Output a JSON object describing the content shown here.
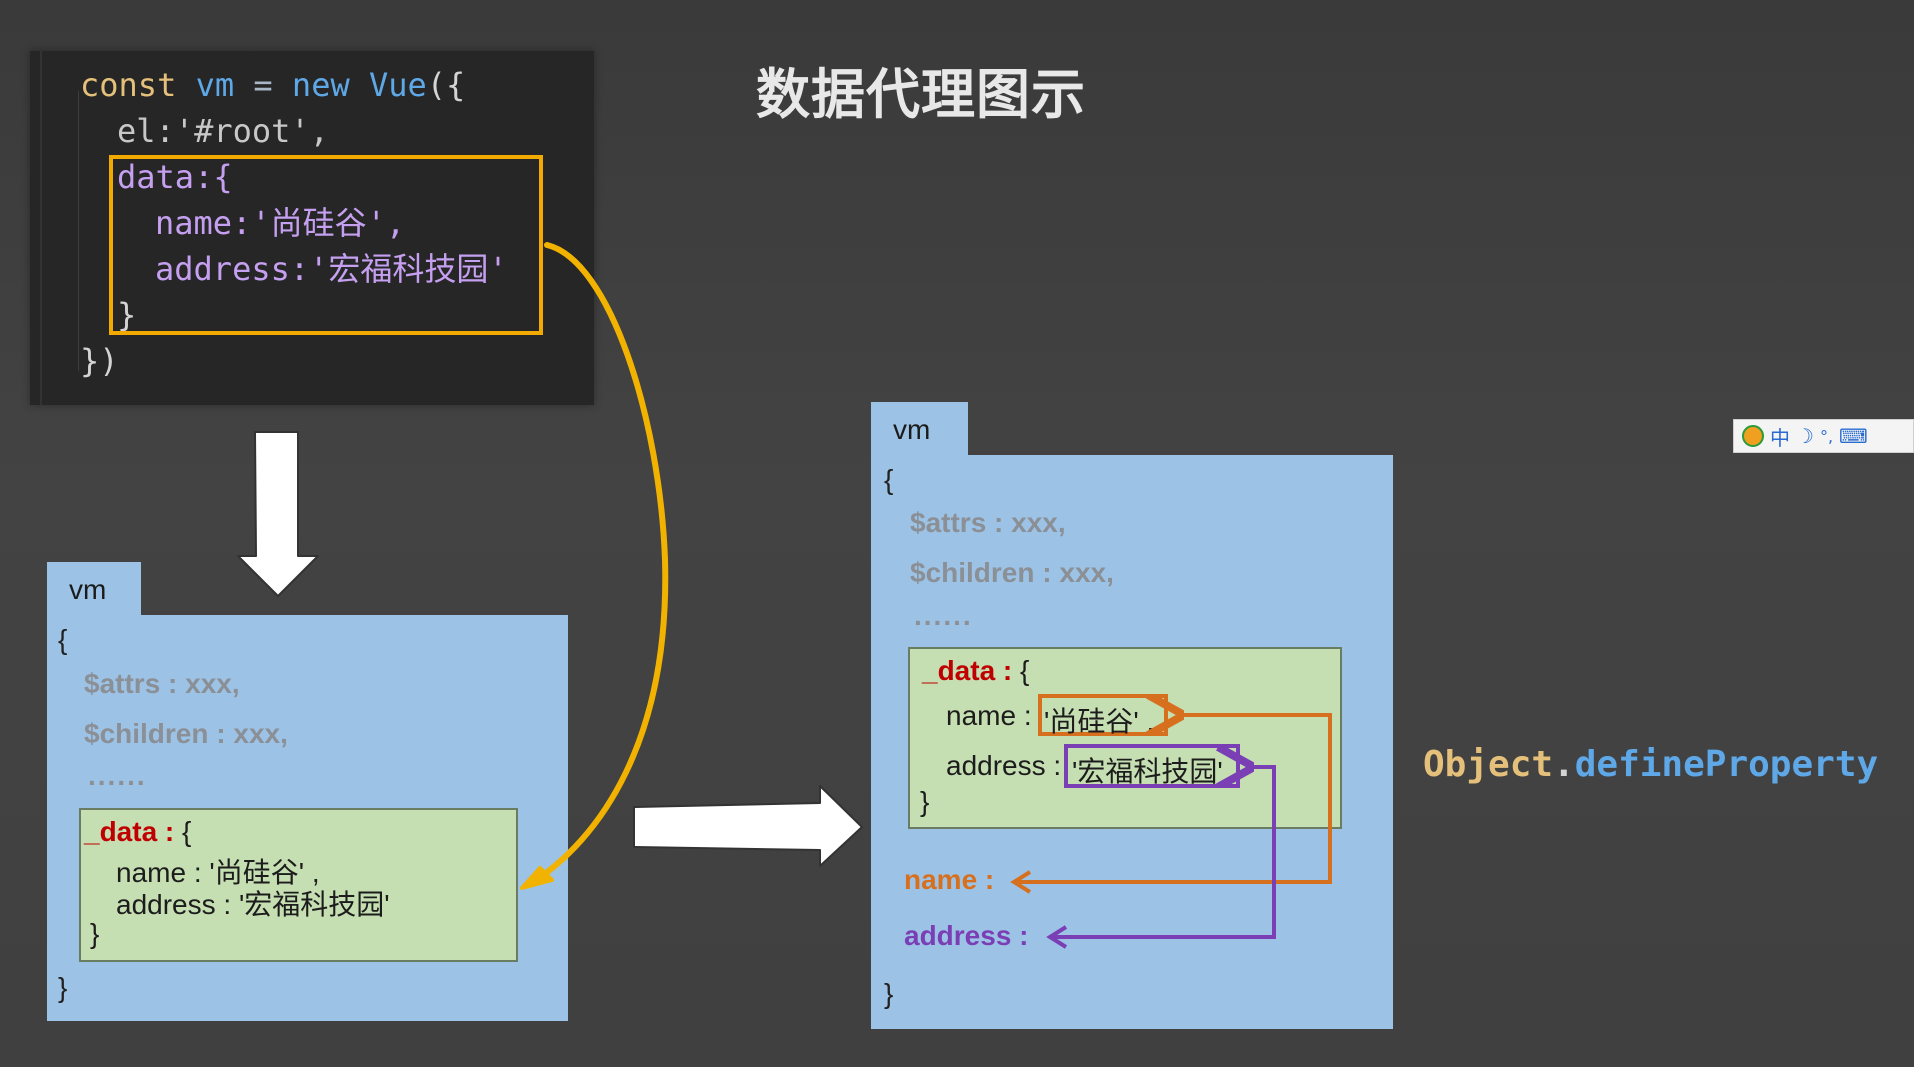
{
  "title": "数据代理图示",
  "code": {
    "line1": {
      "kw": "const",
      "id": "vm",
      "op": "=",
      "kw2": "new",
      "cls": "Vue",
      "tail": "({"
    },
    "line2": "el:'#root',",
    "line3": "data:{",
    "line4": "name:'尚硅谷',",
    "line5": "address:'宏福科技园'",
    "line6": "}",
    "line7": "})"
  },
  "left_vm": {
    "tab": "vm",
    "open_brace": "{",
    "attrs": "$attrs : xxx,",
    "children": "$children : xxx,",
    "dots": "......",
    "data_key": "_data :",
    "data_open": "{",
    "name_line": "name : '尚硅谷' ,",
    "address_line": "address : '宏福科技园'",
    "data_close": "}",
    "close_brace": "}"
  },
  "right_vm": {
    "tab": "vm",
    "open_brace": "{",
    "attrs": "$attrs : xxx,",
    "children": "$children : xxx,",
    "dots": "......",
    "data_key": "_data :",
    "data_open": "{",
    "name_label": "name :",
    "name_value": "'尚硅谷' ,",
    "address_label": "address :",
    "address_value": "'宏福科技园'",
    "data_close": "}",
    "proxy_name": "name :",
    "proxy_address": "address :",
    "close_brace": "}"
  },
  "define_property": {
    "obj": "Object",
    "dot": ".",
    "method": "defineProperty"
  },
  "ime_toolbar": {
    "lang": "中",
    "moon": "☽",
    "punct": "°,",
    "keyboard": "⌨"
  },
  "colors": {
    "highlight": "#f2a900",
    "vm_blue": "#9cc3e6",
    "data_green": "#c5deb2",
    "proxy_orange": "#d7701e",
    "proxy_purple": "#7b3fb5",
    "define_obj": "#e5c07b",
    "define_method": "#5fa8e8"
  }
}
